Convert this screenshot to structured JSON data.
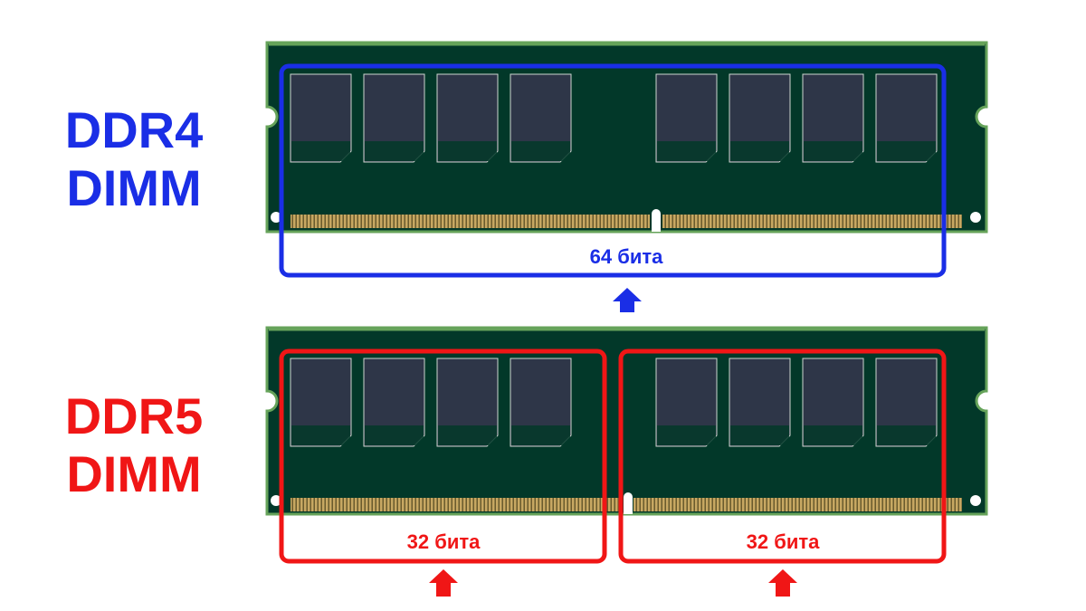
{
  "diagram": {
    "ddr4": {
      "label_line1": "DDR4",
      "label_line2": "DIMM",
      "channel_label": "64 бита",
      "color": "#1a2ee6"
    },
    "ddr5": {
      "label_line1": "DDR5",
      "label_line2": "DIMM",
      "channel_label_left": "32 бита",
      "channel_label_right": "32 бита",
      "color": "#f01616"
    },
    "colors": {
      "pcb": "#023829",
      "pcb_edge": "#66a35a",
      "chip": "#2e3648",
      "contacts": "#c8a862"
    }
  }
}
